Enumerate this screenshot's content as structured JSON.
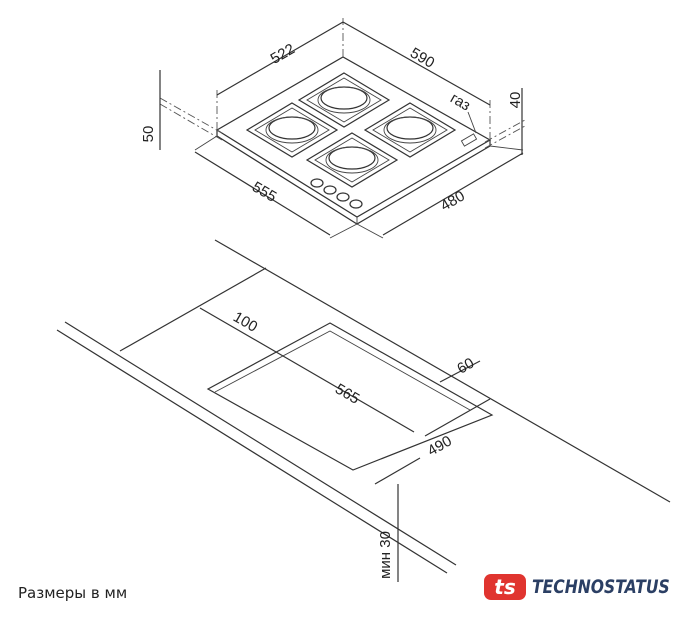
{
  "hob_dimensions": {
    "depth": "522",
    "width": "590",
    "height_total": "50",
    "height_top": "40",
    "outer_depth": "555",
    "outer_width": "480",
    "gas_label": "газ"
  },
  "cutout_dimensions": {
    "from_left": "100",
    "length": "565",
    "from_back": "60",
    "depth": "490",
    "min_thickness": "мин 30"
  },
  "caption": "Размеры в мм",
  "logo": {
    "mark": "ts",
    "text": "TECHNOSTATUS",
    "mark_color": "#e0342f",
    "text_color": "#2b3f64"
  }
}
